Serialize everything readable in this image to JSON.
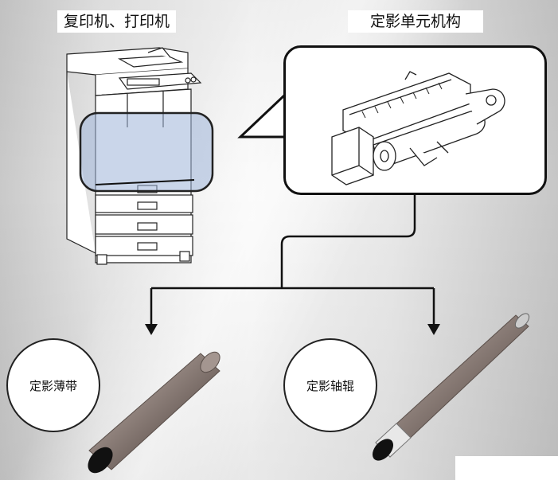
{
  "labels": {
    "printer_title": "复印机、打印机",
    "fuser_title": "定影单元机构",
    "fuser_film": "定影薄带",
    "fuser_roller": "定影轴辊"
  },
  "colors": {
    "highlight": "#9fb4d8",
    "roller_body": "#8f7f78",
    "line": "#111111"
  }
}
